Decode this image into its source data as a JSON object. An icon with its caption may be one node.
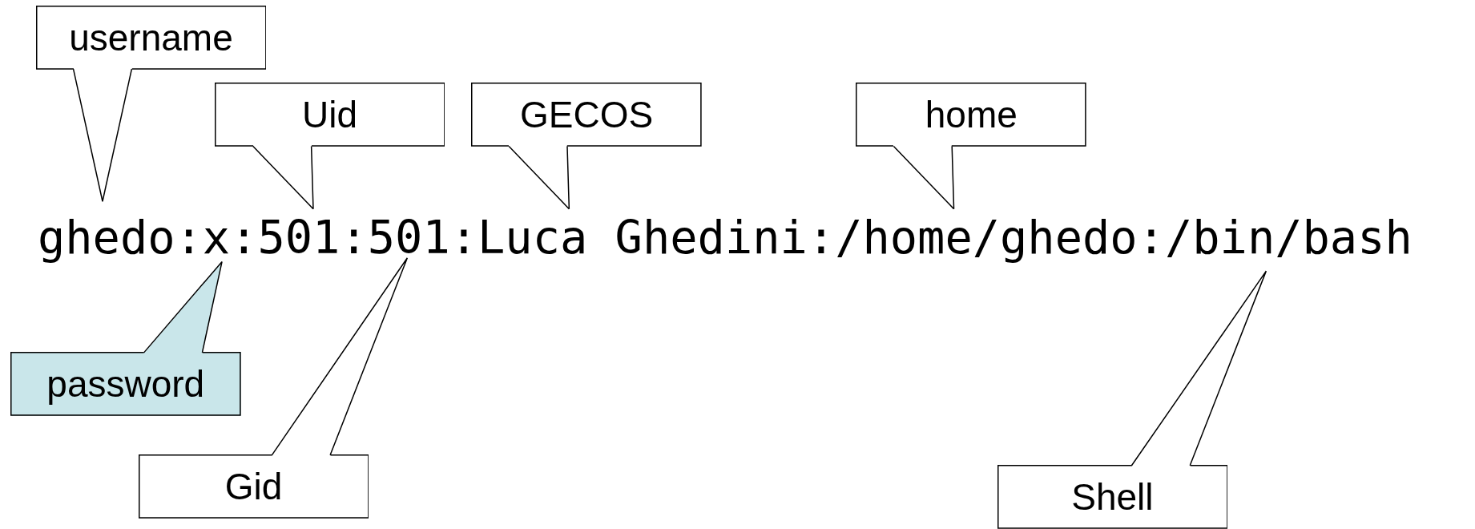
{
  "diagram": {
    "nodes": [
      {
        "text": [
          "username"
        ]
      },
      {
        "text": [
          "Uid"
        ]
      },
      {
        "text": [
          "GECOS"
        ]
      },
      {
        "text": [
          "home"
        ]
      },
      {
        "text": [
          "password"
        ]
      },
      {
        "text": [
          "Gid"
        ]
      },
      {
        "text": [
          "Shell"
        ]
      }
    ],
    "edges": [
      {
        "from": 0,
        "to": null,
        "arrow": "none"
      },
      {
        "from": 1,
        "to": null,
        "arrow": "none"
      },
      {
        "from": 2,
        "to": null,
        "arrow": "none"
      },
      {
        "from": 3,
        "to": null,
        "arrow": "none"
      },
      {
        "from": 4,
        "to": null,
        "arrow": "none"
      },
      {
        "from": 5,
        "to": null,
        "arrow": "none"
      },
      {
        "from": 6,
        "to": null,
        "arrow": "none"
      }
    ],
    "labels": [
      "ghedo:x:501:501:Luca Ghedini:/home/ghedo:/bin/bash"
    ]
  }
}
